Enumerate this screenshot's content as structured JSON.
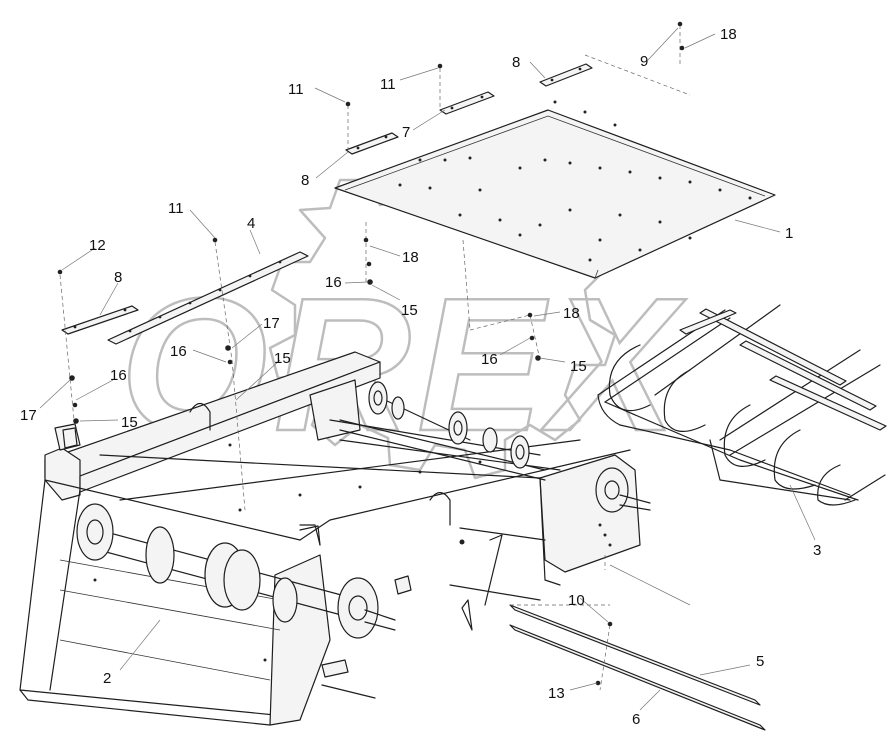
{
  "watermark": {
    "text": "OREX"
  },
  "callouts": {
    "c1": "1",
    "c2": "2",
    "c3": "3",
    "c4": "4",
    "c5": "5",
    "c6": "6",
    "c7": "7",
    "c8a": "8",
    "c8b": "8",
    "c8c": "8",
    "c9": "9",
    "c10": "10",
    "c11a": "11",
    "c11b": "11",
    "c11c": "11",
    "c12": "12",
    "c13": "13",
    "c15a": "15",
    "c15b": "15",
    "c15c": "15",
    "c15d": "15",
    "c16a": "16",
    "c16b": "16",
    "c16c": "16",
    "c16d": "16",
    "c17a": "17",
    "c17b": "17",
    "c18a": "18",
    "c18b": "18",
    "c18c": "18"
  }
}
